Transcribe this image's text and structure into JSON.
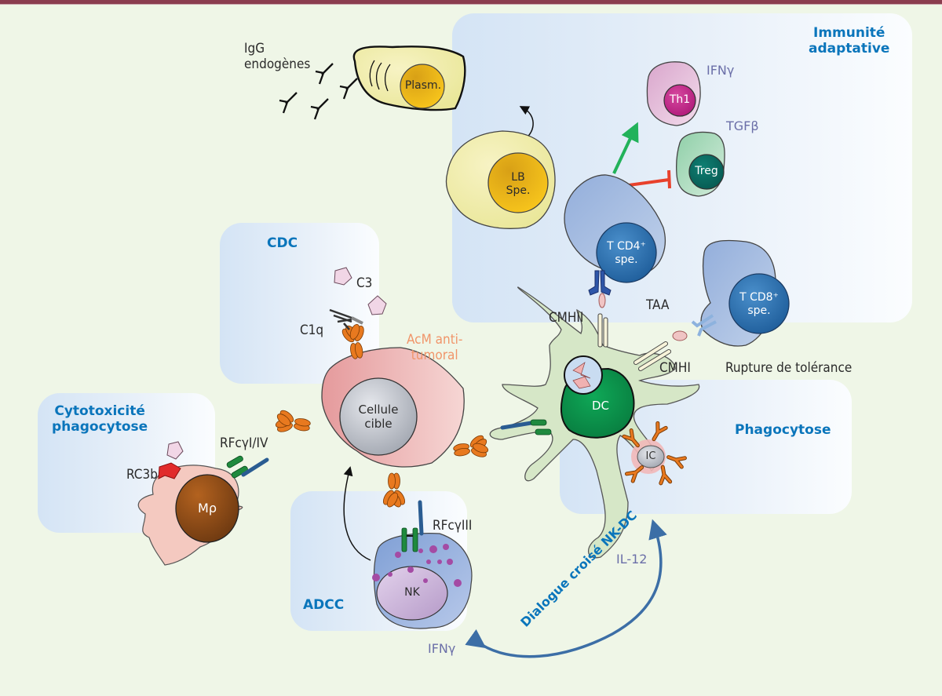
{
  "colors": {
    "background": "#eff6e7",
    "top_bar": "#8b3d4f",
    "title_blue": "#0a75bb",
    "cytokine_purple": "#6b6fa8",
    "antibody_orange": "#e8791f",
    "mab_label": "#f0956a",
    "activation_arrow": "#22b25a",
    "inhibition_arrow": "#e8412c",
    "crosstalk_arrow": "#3c6ea6"
  },
  "panels": {
    "adaptive": "Immunité\nadaptative",
    "adaptive_line1": "Immunité",
    "adaptive_line2": "adaptative",
    "cdc": "CDC",
    "cytotox_line1": "Cytotoxicité",
    "cytotox_line2": "phagocytose",
    "phagocytose": "Phagocytose",
    "adcc": "ADCC"
  },
  "cells": {
    "plasmocyte": "Plasm.",
    "lb_line1": "LB",
    "lb_line2": "Spe.",
    "th1": "Th1",
    "treg": "Treg",
    "tcd4_line1": "T CD4⁺",
    "tcd4_line2": "spe.",
    "tcd8_line1": "T CD8⁺",
    "tcd8_line2": "spe.",
    "target_line1": "Cellule",
    "target_line2": "cible",
    "macrophage": "Mρ",
    "nk": "NK",
    "dc": "DC",
    "ic": "IC"
  },
  "labels": {
    "igg_line1": "IgG",
    "igg_line2": "endogènes",
    "c3": "C3",
    "c1q": "C1q",
    "mab_line1": "AcM anti-",
    "mab_line2": "tumoral",
    "rfcg14": "RFcγI/IV",
    "rc3b": "RC3b",
    "rfcg3": "RFcγIII",
    "cmhii": "CMHII",
    "taa": "TAA",
    "cmhi": "CMHI",
    "rupture": "Rupture de tolérance"
  },
  "cytokines": {
    "ifng_th1": "IFNγ",
    "tgfb": "TGFβ",
    "il12": "IL-12",
    "ifng_nk": "IFNγ"
  },
  "crosstalk": "Dialogue croisé NK-DC"
}
